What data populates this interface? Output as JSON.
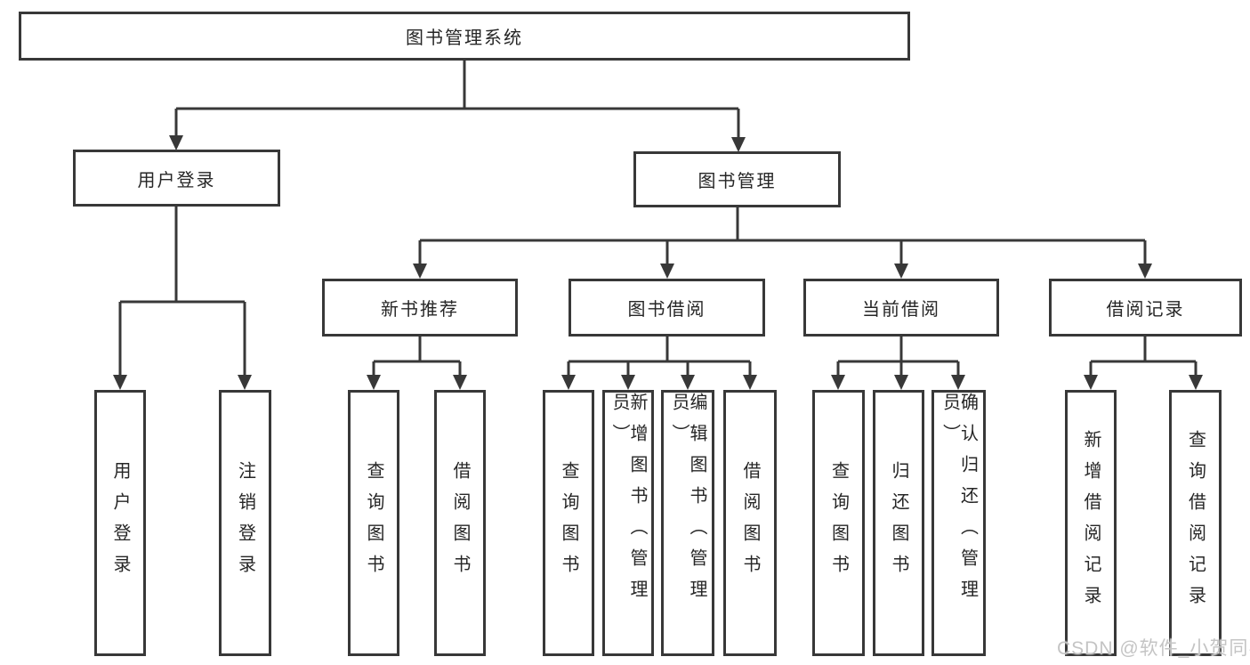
{
  "tree": {
    "root": "图书管理系统",
    "level1": [
      {
        "label": "用户登录",
        "leaves": [
          "用户登录",
          "注销登录"
        ]
      },
      {
        "label": "图书管理",
        "groups": [
          {
            "label": "新书推荐",
            "leaves": [
              "查询图书",
              "借阅图书"
            ]
          },
          {
            "label": "图书借阅",
            "leaves": [
              "查询图书",
              "新增图书（管理员）",
              "编辑图书（管理员）",
              "借阅图书"
            ]
          },
          {
            "label": "当前借阅",
            "leaves": [
              "查询图书",
              "归还图书",
              "确认归还（管理员）"
            ]
          },
          {
            "label": "借阅记录",
            "leaves": [
              "新增借阅记录",
              "查询借阅记录"
            ]
          }
        ]
      }
    ]
  },
  "watermark": "CSDN @软件_小贺同学",
  "colors": {
    "line": "#383838",
    "box_border": "#383838",
    "text": "#262626",
    "background": "#ffffff",
    "watermark": "#c4c4c4"
  }
}
